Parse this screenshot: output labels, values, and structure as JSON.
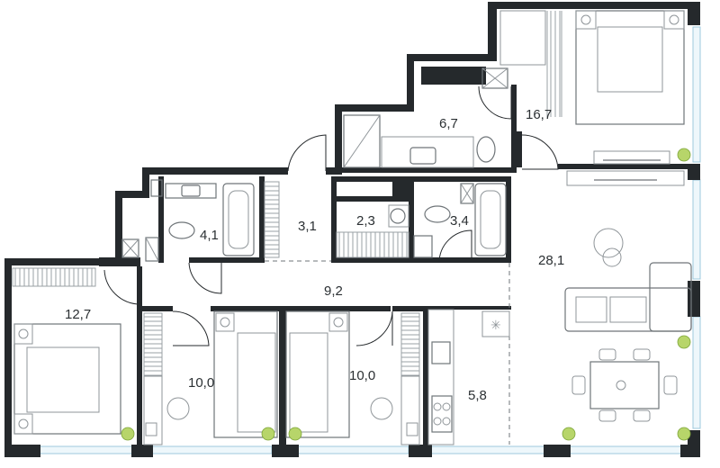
{
  "rooms": [
    {
      "id": "bedroom-top",
      "area": "16,7"
    },
    {
      "id": "bathroom-top",
      "area": "6,7"
    },
    {
      "id": "living",
      "area": "28,1"
    },
    {
      "id": "bath-left",
      "area": "4,1"
    },
    {
      "id": "wardrobe",
      "area": "3,1"
    },
    {
      "id": "laundry",
      "area": "2,3"
    },
    {
      "id": "wc",
      "area": "3,4"
    },
    {
      "id": "hall",
      "area": "9,2"
    },
    {
      "id": "bedroom-left",
      "area": "12,7"
    },
    {
      "id": "bedroom-mid-a",
      "area": "10,0"
    },
    {
      "id": "bedroom-mid-b",
      "area": "10,0"
    },
    {
      "id": "kitchen",
      "area": "5,8"
    }
  ],
  "colors": {
    "wall": "#25292c",
    "window": "#9ec9dc",
    "plant": "#b7d56a"
  }
}
